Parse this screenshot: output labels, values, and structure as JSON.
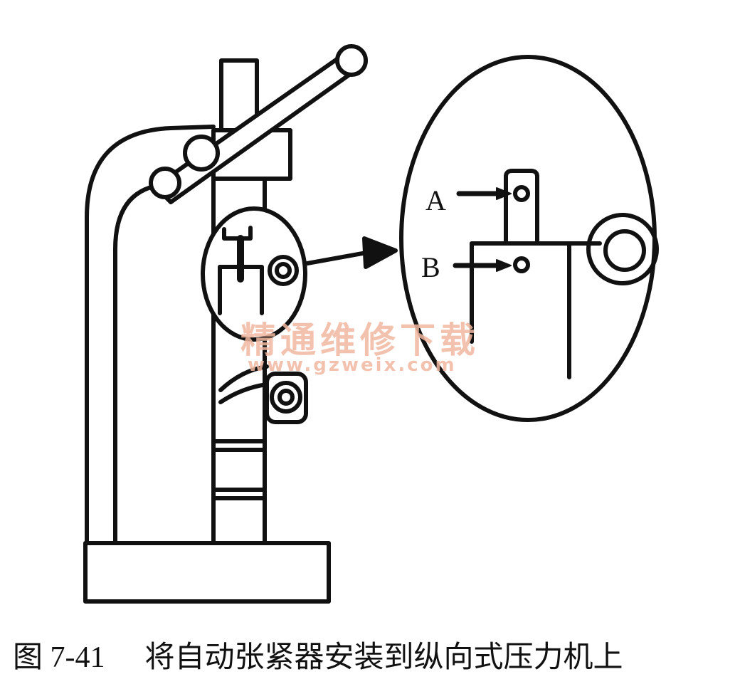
{
  "labels": {
    "a": "A",
    "b": "B"
  },
  "watermark": {
    "site_name": "精通维修下载",
    "url": "www.gzweix.com"
  },
  "caption": {
    "figure": "图 7-41",
    "text": "将自动张紧器安装到纵向式压力机上"
  },
  "colors": {
    "line": "#111111",
    "watermark": "#f2b8a0"
  }
}
